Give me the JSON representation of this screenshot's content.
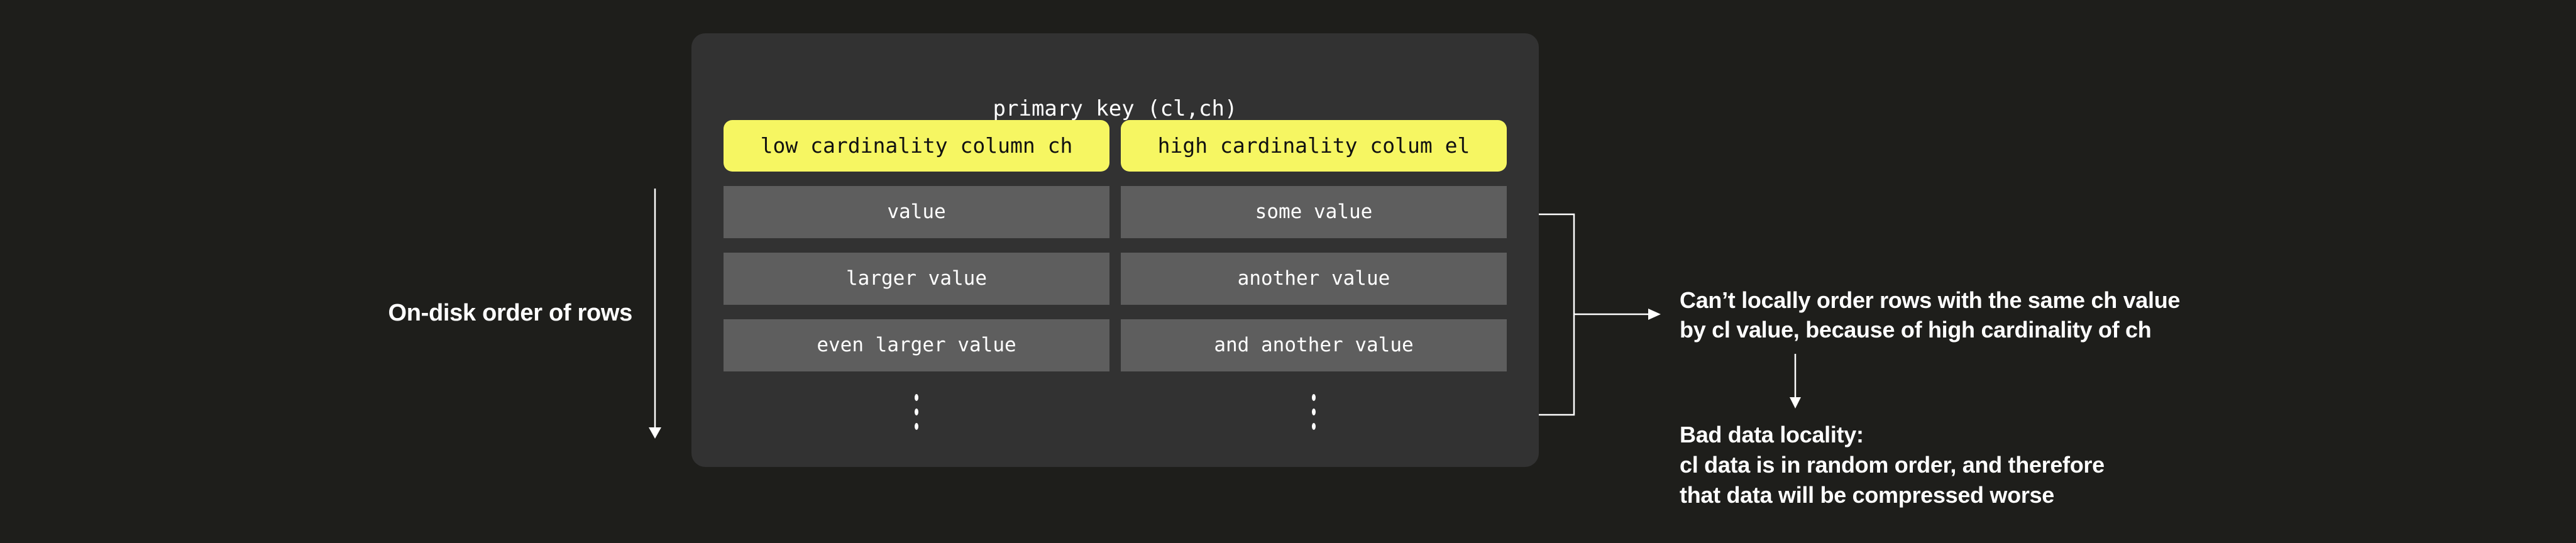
{
  "figure": {
    "bg_color": "#1e1e1b",
    "panel_color": "#323232",
    "row_color": "#5e5e5e",
    "header_color": "#f6f662",
    "line_color": "#ffffff"
  },
  "panel": {
    "title": "primary key (cl,ch)",
    "columns": [
      {
        "header": "low cardinality column ch",
        "rows": [
          "value",
          "larger value",
          "even larger value"
        ],
        "ellipsis": "vertical-ellipsis"
      },
      {
        "header": "high cardinality colum el",
        "rows": [
          "some value",
          "another value",
          "and another value"
        ],
        "ellipsis": "vertical-ellipsis"
      }
    ]
  },
  "annotations": {
    "left_label": "On-disk order of rows",
    "note1": {
      "line1": "Can’t locally order rows with the same ch value",
      "line2": "by cl value, because of high cardinality of ch"
    },
    "note2": {
      "line1": "Bad data locality:",
      "line2": "cl data is in random order, and therefore",
      "line3": "that data will be compressed worse"
    }
  }
}
